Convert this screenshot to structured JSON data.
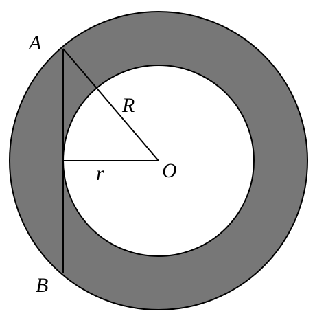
{
  "labels": {
    "point_a": "A",
    "point_b": "B",
    "center": "O",
    "outer_radius": "R",
    "inner_radius": "r"
  },
  "colors": {
    "annulus_fill": "#777777",
    "inner_fill": "#ffffff",
    "stroke": "#000000",
    "background": "#ffffff"
  }
}
